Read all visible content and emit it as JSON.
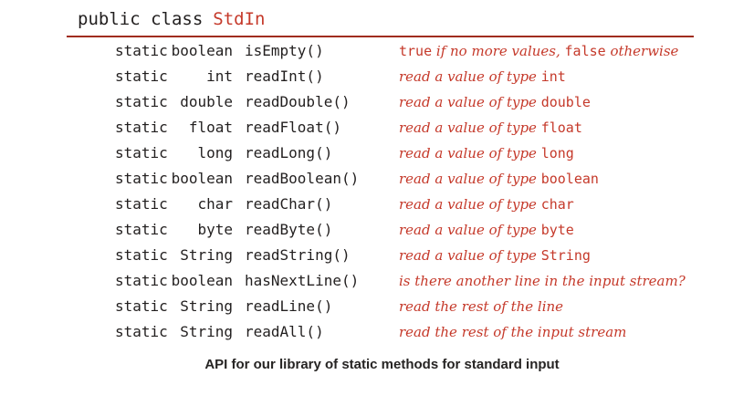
{
  "header": {
    "keyword": "public class",
    "class_name": "StdIn"
  },
  "caption": "API for our library of static methods for standard input",
  "colors": {
    "code_text": "#221f1f",
    "accent_red": "#c5392a",
    "rule_red": "#a02c1d",
    "background": "#ffffff"
  },
  "table": {
    "rows": [
      {
        "modifier": "static",
        "type": "boolean",
        "method": "isEmpty()",
        "description": [
          {
            "text": "true",
            "kind": "code"
          },
          {
            "text": " if no more values, ",
            "kind": "prose"
          },
          {
            "text": "false",
            "kind": "code"
          },
          {
            "text": " otherwise",
            "kind": "prose"
          }
        ]
      },
      {
        "modifier": "static",
        "type": "int",
        "method": "readInt()",
        "description": [
          {
            "text": "read a value of type ",
            "kind": "prose"
          },
          {
            "text": "int",
            "kind": "code"
          }
        ]
      },
      {
        "modifier": "static",
        "type": "double",
        "method": "readDouble()",
        "description": [
          {
            "text": "read a value of type ",
            "kind": "prose"
          },
          {
            "text": "double",
            "kind": "code"
          }
        ]
      },
      {
        "modifier": "static",
        "type": "float",
        "method": "readFloat()",
        "description": [
          {
            "text": "read a value of type ",
            "kind": "prose"
          },
          {
            "text": "float",
            "kind": "code"
          }
        ]
      },
      {
        "modifier": "static",
        "type": "long",
        "method": "readLong()",
        "description": [
          {
            "text": "read a value of type ",
            "kind": "prose"
          },
          {
            "text": "long",
            "kind": "code"
          }
        ]
      },
      {
        "modifier": "static",
        "type": "boolean",
        "method": "readBoolean()",
        "description": [
          {
            "text": "read a value of type ",
            "kind": "prose"
          },
          {
            "text": "boolean",
            "kind": "code"
          }
        ]
      },
      {
        "modifier": "static",
        "type": "char",
        "method": "readChar()",
        "description": [
          {
            "text": "read a value of type ",
            "kind": "prose"
          },
          {
            "text": "char",
            "kind": "code"
          }
        ]
      },
      {
        "modifier": "static",
        "type": "byte",
        "method": "readByte()",
        "description": [
          {
            "text": "read a value of type ",
            "kind": "prose"
          },
          {
            "text": "byte",
            "kind": "code"
          }
        ]
      },
      {
        "modifier": "static",
        "type": "String",
        "method": "readString()",
        "description": [
          {
            "text": "read a value of type ",
            "kind": "prose"
          },
          {
            "text": "String",
            "kind": "code"
          }
        ]
      },
      {
        "modifier": "static",
        "type": "boolean",
        "method": "hasNextLine()",
        "description": [
          {
            "text": "is there another line in the input stream?",
            "kind": "prose"
          }
        ]
      },
      {
        "modifier": "static",
        "type": "String",
        "method": "readLine()",
        "description": [
          {
            "text": "read the rest of the line",
            "kind": "prose"
          }
        ]
      },
      {
        "modifier": "static",
        "type": "String",
        "method": "readAll()",
        "description": [
          {
            "text": "read the rest of the input stream",
            "kind": "prose"
          }
        ]
      }
    ]
  }
}
